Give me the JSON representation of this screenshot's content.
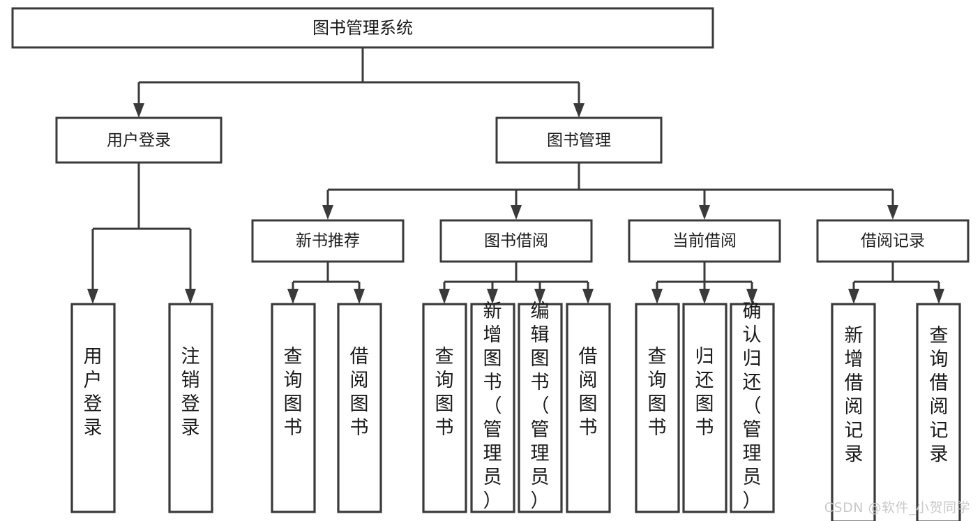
{
  "diagram": {
    "type": "tree",
    "title": "图书管理系统",
    "orientation": "top-down",
    "watermark": "CSDN @软件_小贺同学",
    "colors": {
      "stroke": "#3a3a3a",
      "fill": "#ffffff",
      "text": "#1a1a1a",
      "watermark": "#c9c9c9"
    },
    "root": {
      "label": "图书管理系统"
    },
    "level2": [
      {
        "label": "用户登录"
      },
      {
        "label": "图书管理"
      }
    ],
    "level3": [
      {
        "label": "新书推荐"
      },
      {
        "label": "图书借阅"
      },
      {
        "label": "当前借阅"
      },
      {
        "label": "借阅记录"
      }
    ],
    "leaves": {
      "user_login": [
        {
          "label": "用户登录"
        },
        {
          "label": "注销登录"
        }
      ],
      "new_book": [
        {
          "label": "查询图书"
        },
        {
          "label": "借阅图书"
        }
      ],
      "book_borrow": [
        {
          "label": "查询图书"
        },
        {
          "label": "新增图书（管理员）"
        },
        {
          "label": "编辑图书（管理员）"
        },
        {
          "label": "借阅图书"
        }
      ],
      "current_borrow": [
        {
          "label": "查询图书"
        },
        {
          "label": "归还图书"
        },
        {
          "label": "确认归还（管理员）"
        }
      ],
      "borrow_record": [
        {
          "label": "新增借阅记录"
        },
        {
          "label": "查询借阅记录"
        }
      ]
    }
  }
}
